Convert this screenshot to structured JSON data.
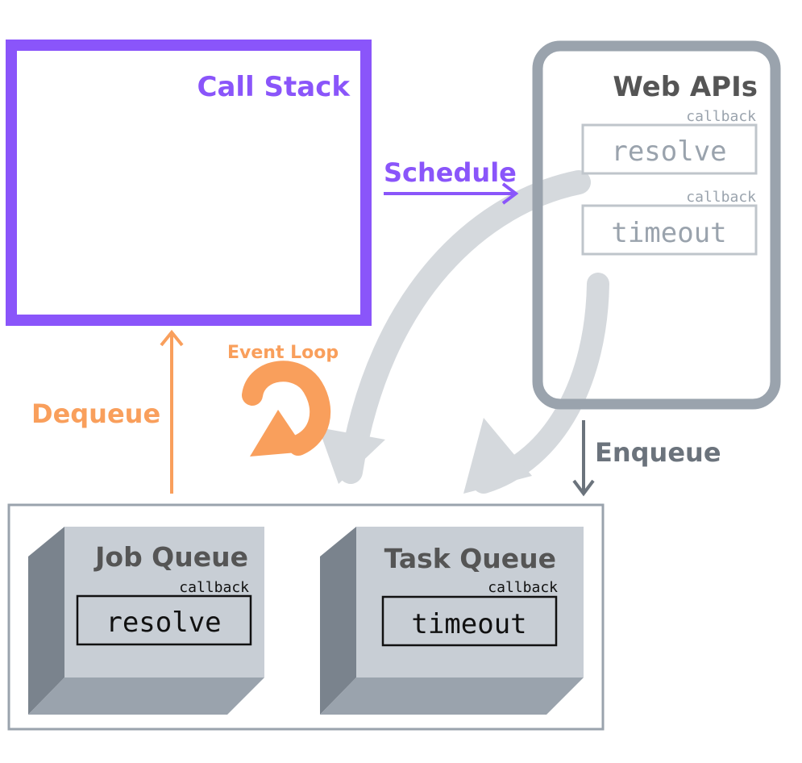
{
  "call_stack": {
    "title": "Call Stack"
  },
  "web_apis": {
    "title": "Web APIs",
    "slots": [
      {
        "label": "callback",
        "value": "resolve"
      },
      {
        "label": "callback",
        "value": "timeout"
      }
    ]
  },
  "job_queue": {
    "title": "Job Queue",
    "label": "callback",
    "value": "resolve"
  },
  "task_queue": {
    "title": "Task Queue",
    "label": "callback",
    "value": "timeout"
  },
  "arrows": {
    "schedule": "Schedule",
    "enqueue": "Enqueue",
    "dequeue": "Dequeue",
    "event_loop": "Event Loop"
  },
  "colors": {
    "purple": "#8a55fa",
    "orange": "#f99f5c",
    "gray": "#9aa3ad",
    "dark_gray": "#555555",
    "light_gray": "#d5d9dd",
    "box_front": "#c8ced5",
    "box_side": "#7a838d",
    "box_bottom": "#9aa3ad"
  }
}
